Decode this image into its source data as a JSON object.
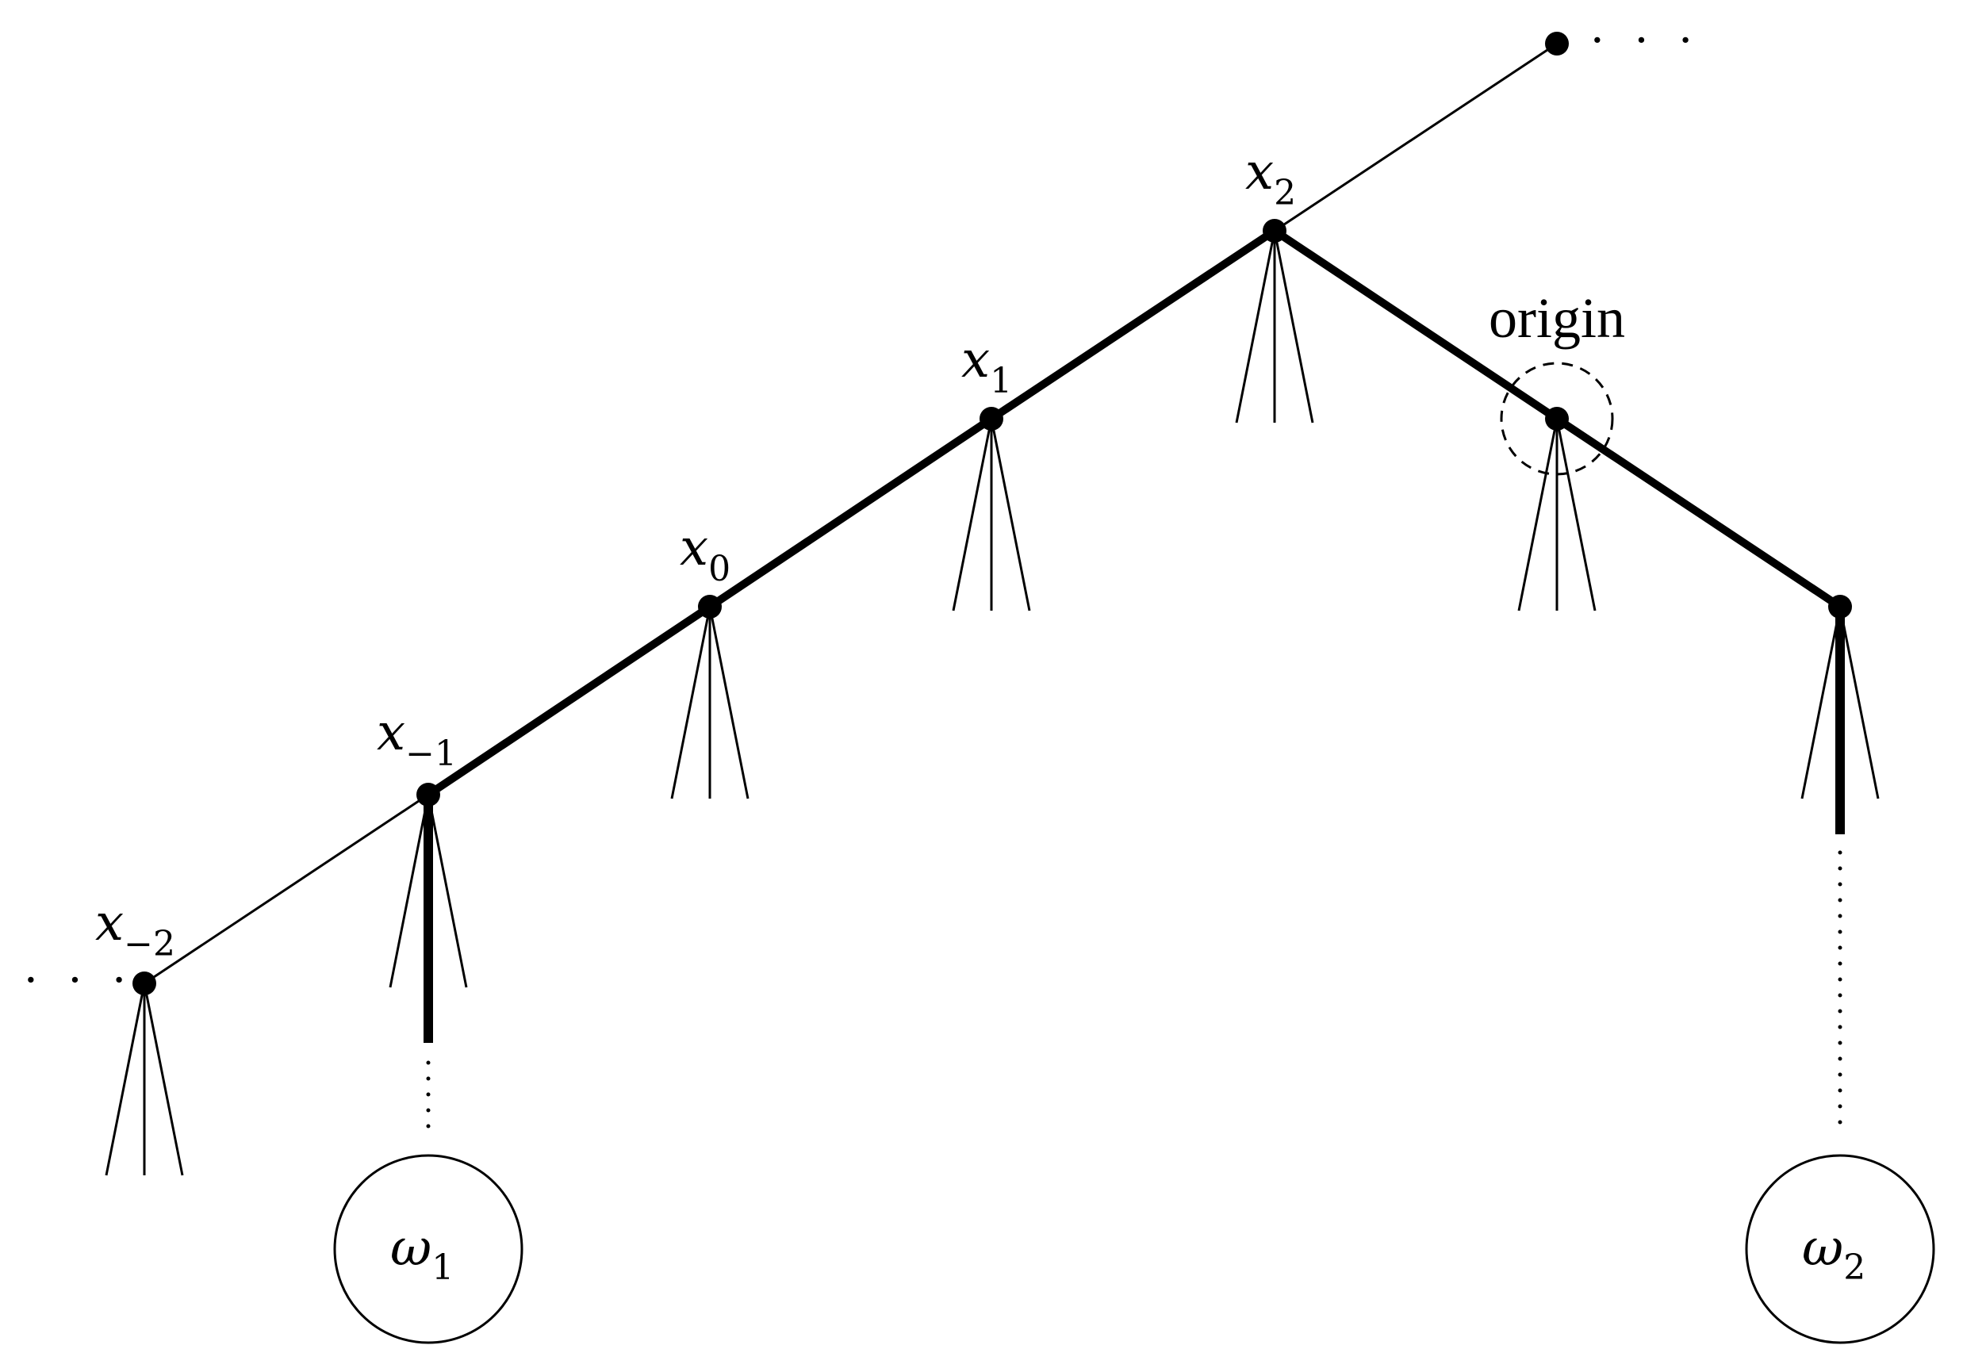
{
  "labels": {
    "x_minus2": {
      "base": "x",
      "sub": "−2"
    },
    "x_minus1": {
      "base": "x",
      "sub": "−1"
    },
    "x0": {
      "base": "x",
      "sub": "0"
    },
    "x1": {
      "base": "x",
      "sub": "1"
    },
    "x2": {
      "base": "x",
      "sub": "2"
    },
    "origin": "origin",
    "omega1": {
      "base": "ω",
      "sub": "1"
    },
    "omega2": {
      "base": "ω",
      "sub": "2"
    },
    "ellipsis_left": "· · ·",
    "ellipsis_right": "· · ·"
  }
}
